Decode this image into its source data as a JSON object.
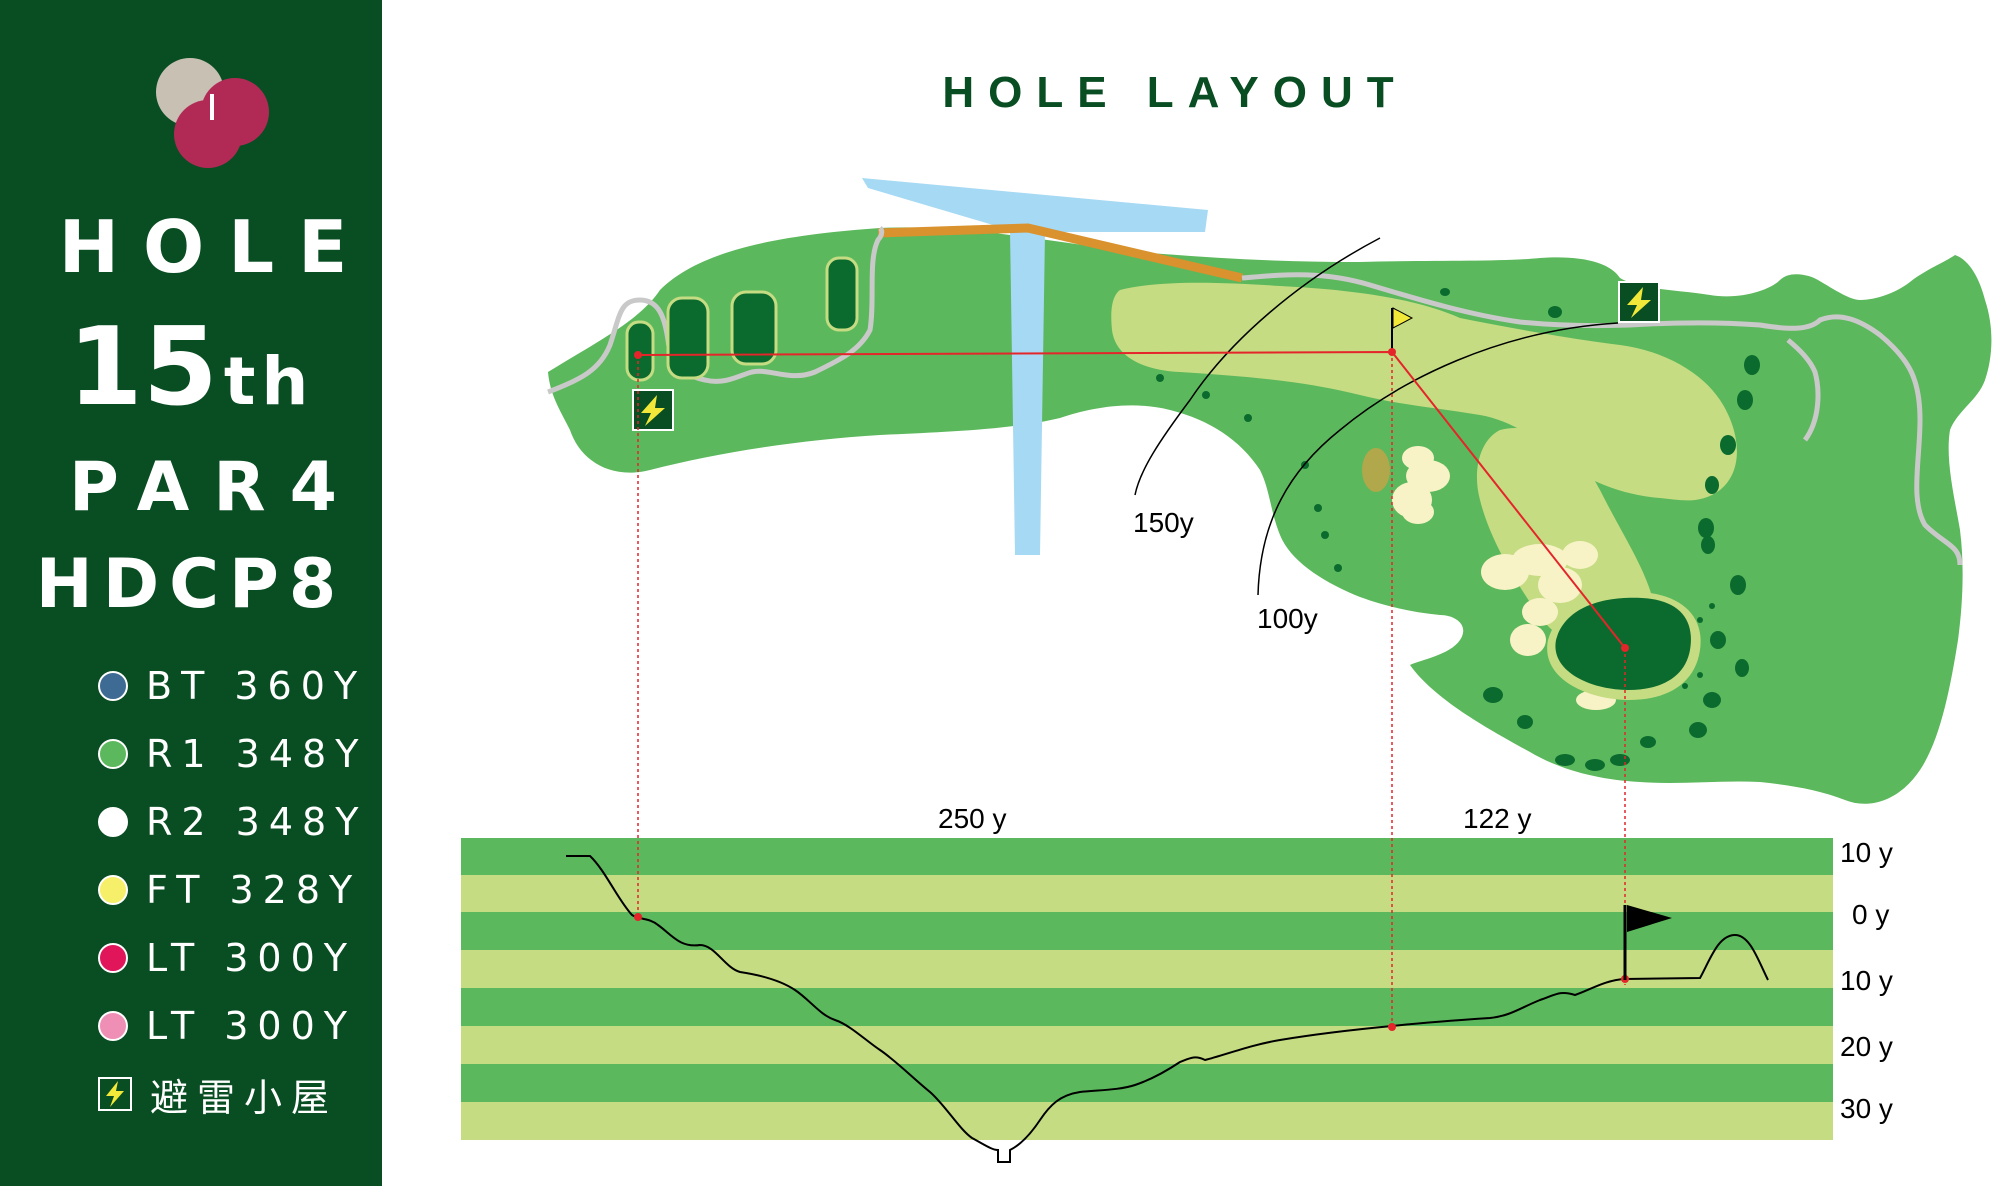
{
  "sidebar": {
    "hole_label": "HOLE",
    "hole_number": "15",
    "hole_suffix": "th",
    "par": "PAR4",
    "hdcp": "HDCP8",
    "tees": [
      {
        "name": "BT 360Y",
        "color": "#3d6b94"
      },
      {
        "name": "R1 348Y",
        "color": "#5cb85c"
      },
      {
        "name": "R2 348Y",
        "color": "#ffffff"
      },
      {
        "name": "FT 328Y",
        "color": "#f5ef6a"
      },
      {
        "name": "LT 300Y",
        "color": "#e0155a"
      },
      {
        "name": "LT 300Y",
        "color": "#f08fb5"
      }
    ],
    "shelter_label": "避雷小屋"
  },
  "main": {
    "title": "HOLE LAYOUT",
    "arc_150": "150y",
    "arc_100": "100y",
    "dist_1": "250 y",
    "dist_2": "122 y",
    "elevation_labels": [
      "10 y",
      "0 y",
      "10 y",
      "20 y",
      "30 y"
    ]
  },
  "colors": {
    "sidebar_bg": "#094d22",
    "rough": "#5cb85c",
    "fairway": "#c5dc83",
    "green": "#0b6b2e",
    "water": "#a6d9f4",
    "bunker": "#f7f3c6",
    "bridge": "#d9922e",
    "shot_line": "#e4252a",
    "band_dark": "#5cb85c",
    "band_light": "#c5dc83"
  }
}
